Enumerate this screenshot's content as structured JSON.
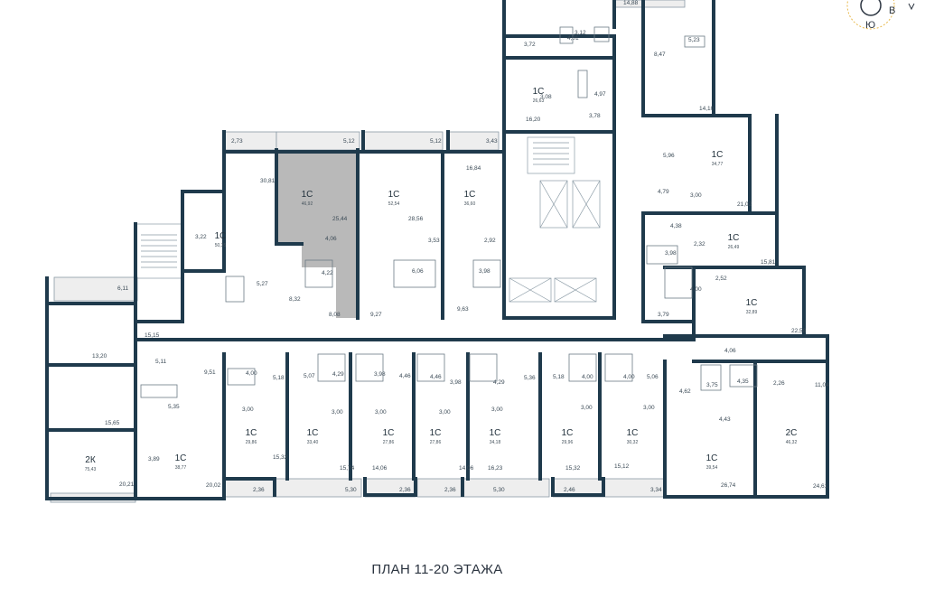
{
  "plan_title": "ПЛАН 11-20 ЭТАЖА",
  "compass": {
    "east": "В",
    "south": "Ю"
  },
  "colors": {
    "wall": "#1f3a4c",
    "highlight": "#b9b9b9",
    "balcony": "#eeeeee",
    "background": "#ffffff"
  },
  "units": [
    {
      "type": "1С",
      "area": "26,63"
    },
    {
      "type": "1С",
      "area": "34,77"
    },
    {
      "type": "1С",
      "area": "46,92"
    },
    {
      "type": "1С",
      "area": "52,54"
    },
    {
      "type": "1С",
      "area": "36,60"
    },
    {
      "type": "1С",
      "area": "50,35"
    },
    {
      "type": "1С",
      "area": "26,49"
    },
    {
      "type": "1С",
      "area": "32,89"
    },
    {
      "type": "2К",
      "area": "75,43"
    },
    {
      "type": "1С",
      "area": "38,77"
    },
    {
      "type": "1С",
      "area": "29,86"
    },
    {
      "type": "1С",
      "area": "33,40"
    },
    {
      "type": "1С",
      "area": "27,86"
    },
    {
      "type": "1С",
      "area": "27,86"
    },
    {
      "type": "1С",
      "area": "34,18"
    },
    {
      "type": "1С",
      "area": "29,96"
    },
    {
      "type": "1С",
      "area": "30,32"
    },
    {
      "type": "1С",
      "area": "39,54"
    },
    {
      "type": "2С",
      "area": "46,32"
    }
  ],
  "dimensions": [
    "14,88",
    "3,12",
    "4,01",
    "5,23",
    "3,72",
    "8,47",
    "3,08",
    "4,97",
    "16,20",
    "3,78",
    "14,10",
    "2,73",
    "5,12",
    "5,12",
    "3,43",
    "30,81",
    "16,84",
    "5,96",
    "25,44",
    "28,56",
    "4,79",
    "3,00",
    "21,02",
    "3,22",
    "4,06",
    "3,53",
    "2,92",
    "4,38",
    "4,22",
    "6,06",
    "3,98",
    "2,32",
    "3,98",
    "15,81",
    "5,27",
    "8,32",
    "2,52",
    "4,00",
    "6,11",
    "8,08",
    "9,27",
    "9,63",
    "3,79",
    "22,58",
    "15,15",
    "13,20",
    "4,06",
    "5,11",
    "9,51",
    "4,00",
    "5,18",
    "5,07",
    "4,29",
    "3,98",
    "4,46",
    "4,46",
    "3,98",
    "4,29",
    "5,36",
    "5,18",
    "4,00",
    "4,00",
    "5,06",
    "4,62",
    "3,75",
    "4,35",
    "2,26",
    "11,04",
    "5,35",
    "3,00",
    "3,00",
    "3,00",
    "3,00",
    "3,00",
    "3,00",
    "3,00",
    "4,43",
    "15,65",
    "3,89",
    "15,32",
    "15,74",
    "14,06",
    "14,06",
    "16,23",
    "15,32",
    "15,12",
    "20,21",
    "20,02",
    "2,36",
    "5,30",
    "2,36",
    "2,36",
    "5,30",
    "2,46",
    "3,34",
    "26,74",
    "24,61"
  ]
}
